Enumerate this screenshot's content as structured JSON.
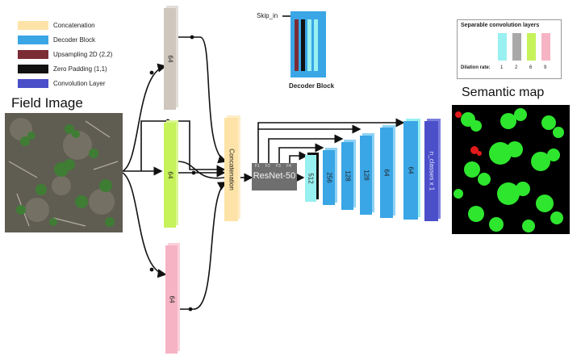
{
  "legend": {
    "items": [
      {
        "label": "Concatenation",
        "color": "#fde3a7"
      },
      {
        "label": "Decoder Block",
        "color": "#3aa6e6"
      },
      {
        "label": "Upsampling 2D (2,2)",
        "color": "#7b2c34"
      },
      {
        "label": "Zero Padding (1,1)",
        "color": "#111111"
      },
      {
        "label": "Convolution Layer",
        "color": "#4b4fc9"
      }
    ]
  },
  "decoder_block_inset": {
    "skip_label": "Skip_in",
    "title": "Decoder Block"
  },
  "separable": {
    "title": "Separable convolution layers",
    "dilation_label": "Dilation rate:",
    "rates": [
      "1",
      "2",
      "6",
      "9"
    ],
    "colors": [
      "#99f0f0",
      "#a8a8a8",
      "#c6f25a",
      "#f6b3c4"
    ]
  },
  "labels": {
    "field_image": "Field Image",
    "semantic_map": "Semantic map",
    "concatenation": "Concatenation",
    "resnet": "ResNet-50"
  },
  "branches": {
    "top": "64",
    "middle": "64",
    "bottom": "64"
  },
  "resnet_taps": [
    "F1",
    "F2",
    "F3",
    "F4"
  ],
  "decoder_blocks": [
    "512",
    "256",
    "128",
    "128",
    "64",
    "64"
  ],
  "final_layer": "n_classes x 1"
}
